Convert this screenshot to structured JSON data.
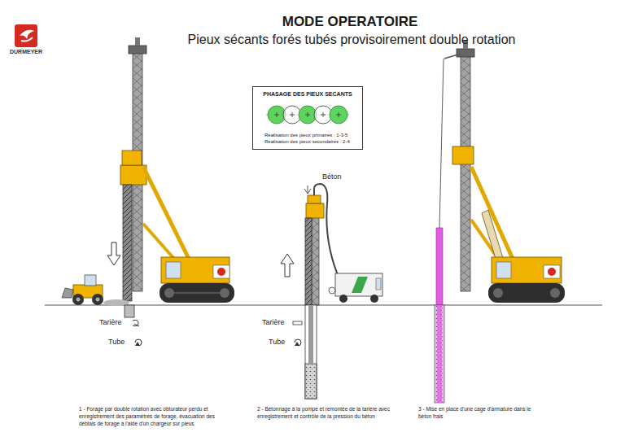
{
  "diagram": {
    "title": "MODE OPERATOIRE",
    "nodes": [
      {
        "text": [
          "PHASAGE DES PIEUX SECANTS",
          "Réalisation des pieux primaires : 1-3-5",
          "Réalisation des pieux secondaires : 2-4"
        ]
      }
    ],
    "labels": [
      "Pieux sécants forés tubés provisoirement double rotation",
      "DURMEYER",
      "Béton",
      "Tarière",
      "Tube",
      "Tarière",
      "Tube",
      "1 - Forage par double rotation avec obturateur perdu et enregistrement des paramètres de forage, évacuation des déblais de forage à l'aide d'un chargeur sur pieus",
      "2 - Bétonnage à la pompe et remontée de la tarière avec enregistrement et contrôle de la pression du béton",
      "3 - Mise en place d'une cage d'armature dans le béton frais"
    ]
  }
}
